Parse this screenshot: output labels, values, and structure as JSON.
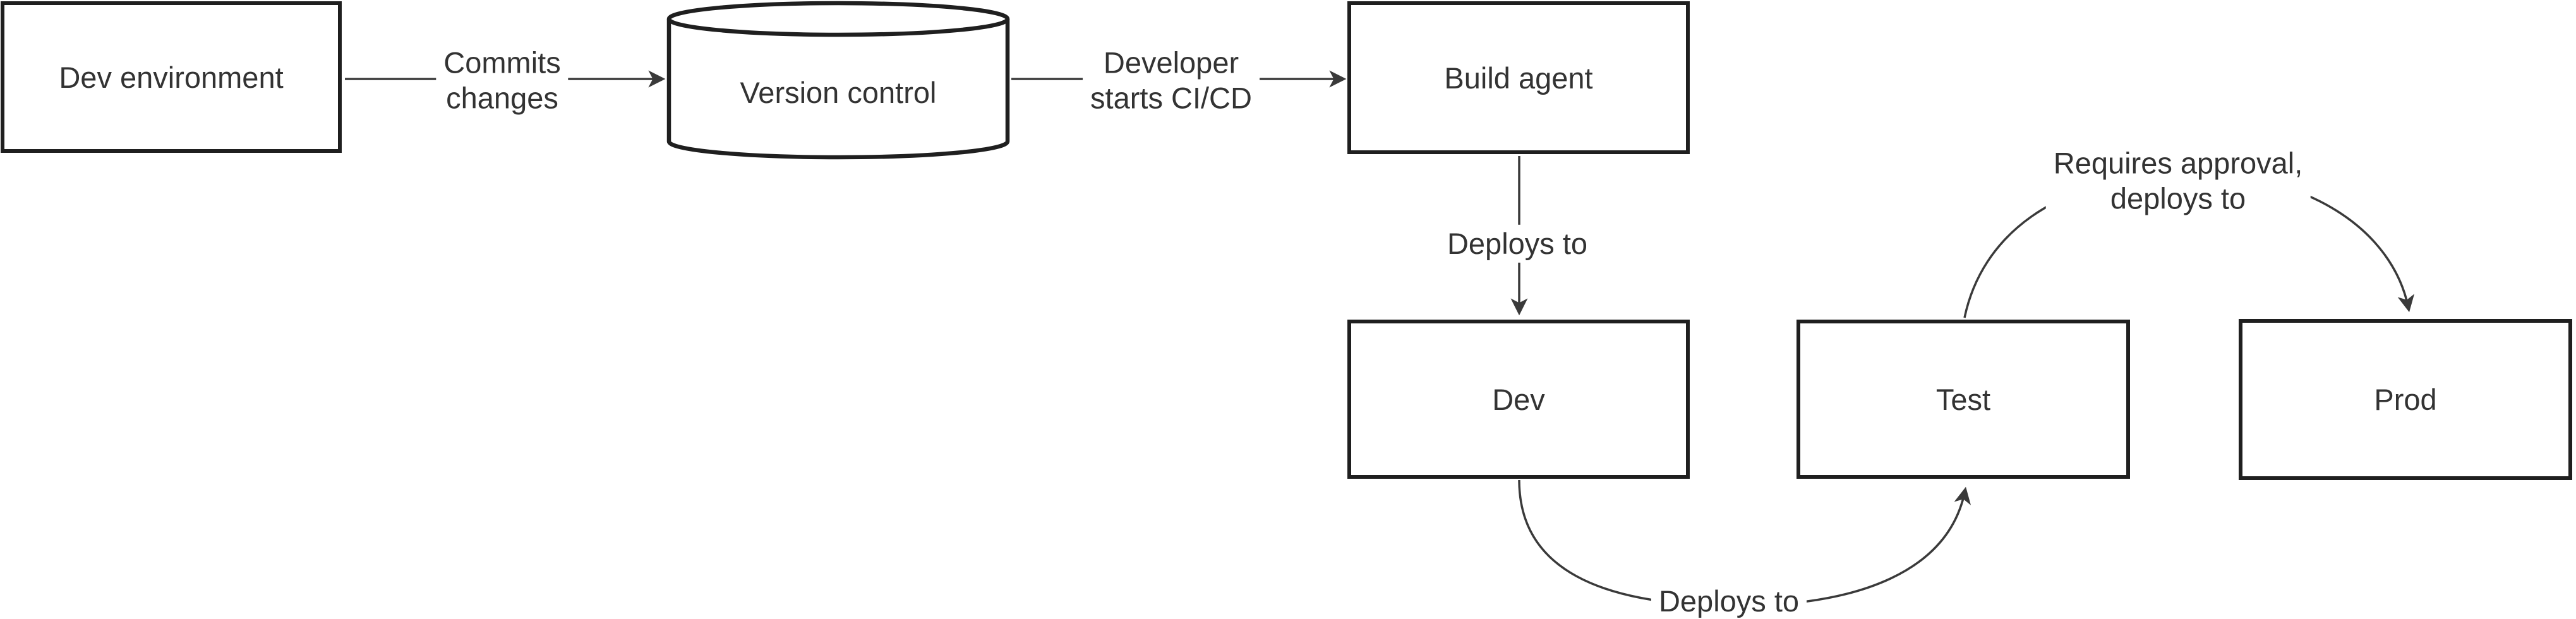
{
  "diagram": {
    "type": "flowchart",
    "nodes": {
      "dev_environment": {
        "label": "Dev environment",
        "shape": "rectangle"
      },
      "version_control": {
        "label": "Version control",
        "shape": "cylinder"
      },
      "build_agent": {
        "label": "Build agent",
        "shape": "rectangle"
      },
      "dev": {
        "label": "Dev",
        "shape": "rectangle"
      },
      "test": {
        "label": "Test",
        "shape": "rectangle"
      },
      "prod": {
        "label": "Prod",
        "shape": "rectangle"
      }
    },
    "edges": {
      "commits": {
        "from": "dev_environment",
        "to": "version_control",
        "lines": [
          "Commits",
          "changes"
        ]
      },
      "starts_cicd": {
        "from": "version_control",
        "to": "build_agent",
        "lines": [
          "Developer",
          "starts CI/CD"
        ]
      },
      "deploys_dev": {
        "from": "build_agent",
        "to": "dev",
        "label": "Deploys to"
      },
      "deploys_test": {
        "from": "dev",
        "to": "test",
        "label": "Deploys to"
      },
      "deploys_prod": {
        "from": "test",
        "to": "prod",
        "lines": [
          "Requires approval,",
          "deploys to"
        ]
      }
    },
    "colors": {
      "background": "#ffffff",
      "node_fill": "#ffffff",
      "node_stroke": "#1f1f1f",
      "edge_stroke": "#3a3a3a",
      "text": "#333333"
    }
  }
}
